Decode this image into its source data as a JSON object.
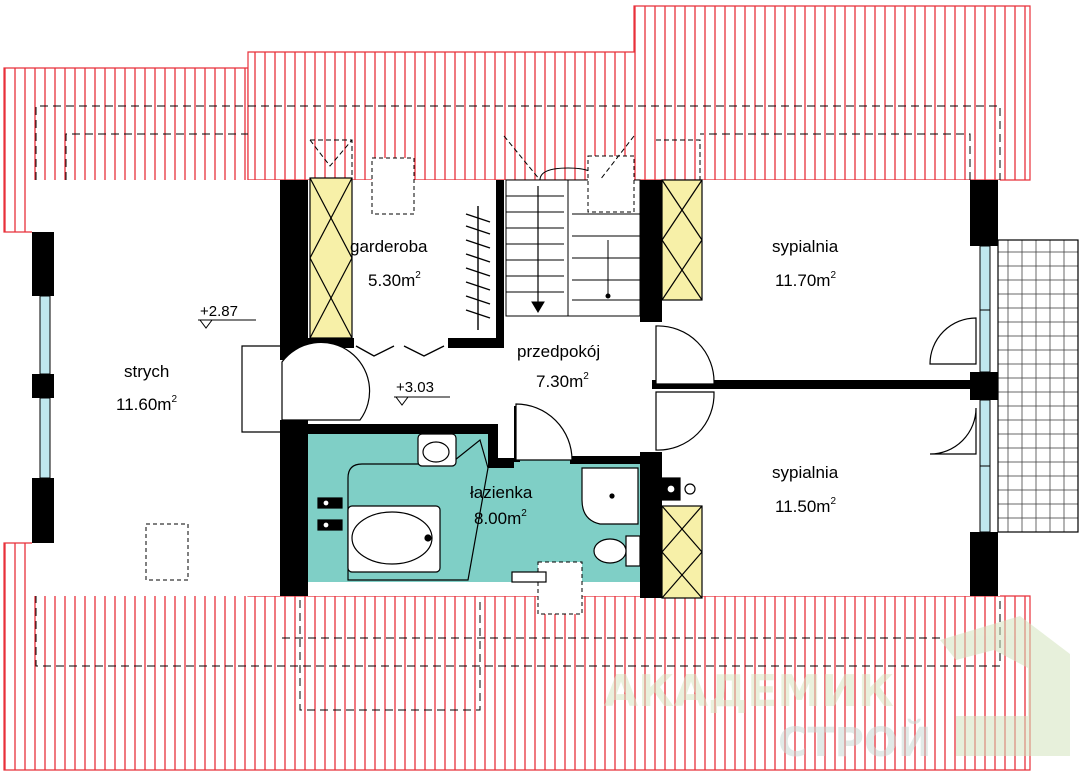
{
  "rooms": {
    "garderoba": {
      "name": "garderoba",
      "area": "5.30m",
      "unit_sup": "2"
    },
    "sypialnia1": {
      "name": "sypialnia",
      "area": "11.70m",
      "unit_sup": "2"
    },
    "przedpokoj": {
      "name": "przedpokój",
      "area": "7.30m",
      "unit_sup": "2"
    },
    "strych": {
      "name": "strych",
      "area": "11.60m",
      "unit_sup": "2"
    },
    "lazienka": {
      "name": "łazienka",
      "area": "8.00m",
      "unit_sup": "2"
    },
    "sypialnia2": {
      "name": "sypialnia",
      "area": "11.50m",
      "unit_sup": "2"
    }
  },
  "levels": {
    "attic": "+2.87",
    "hall": "+3.03"
  },
  "watermark": {
    "line1": "АКАДЕМИК",
    "line2": "СТРОЙ"
  },
  "colors": {
    "roof_stripe": "#e8303a",
    "wall": "#000000",
    "bathroom": "#7fcfc6",
    "closet": "#f7f0a8",
    "window": "#bfe8ef",
    "watermark": "#c9ddb0"
  }
}
